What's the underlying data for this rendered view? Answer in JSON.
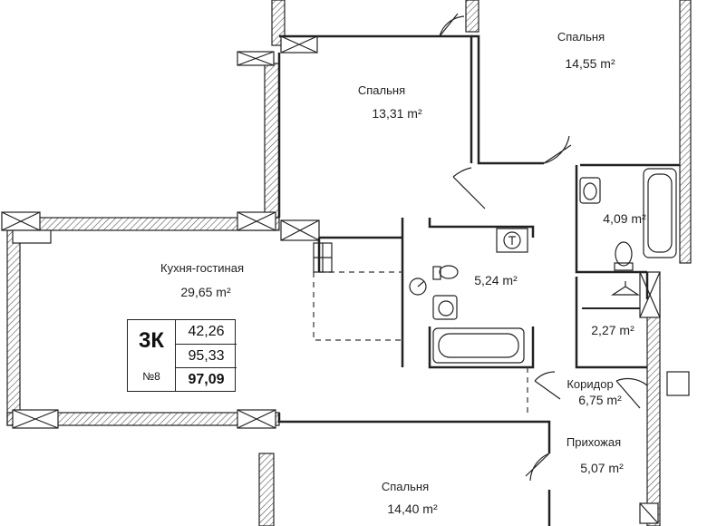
{
  "rooms": [
    {
      "name": "Спальня",
      "area": "14,55 m²"
    },
    {
      "name": "Спальня",
      "area": "13,31 m²"
    },
    {
      "name": "",
      "area": "4,09 m²"
    },
    {
      "name": "",
      "area": "5,24 m²"
    },
    {
      "name": "",
      "area": "2,27 m²"
    },
    {
      "name": "Кухня-гостиная",
      "area": "29,65 m²"
    },
    {
      "name": "Коридор",
      "area": "6,75 m²"
    },
    {
      "name": "Прихожая",
      "area": "5,07 m²"
    },
    {
      "name": "Спальня",
      "area": "14,40 m²"
    }
  ],
  "apartment": {
    "type": "3К",
    "number": "№8",
    "living_area": "42,26",
    "total_area": "95,33",
    "total_with_balcony": "97,09"
  },
  "colors": {
    "wall": "#222222",
    "hatch": "#555555"
  }
}
